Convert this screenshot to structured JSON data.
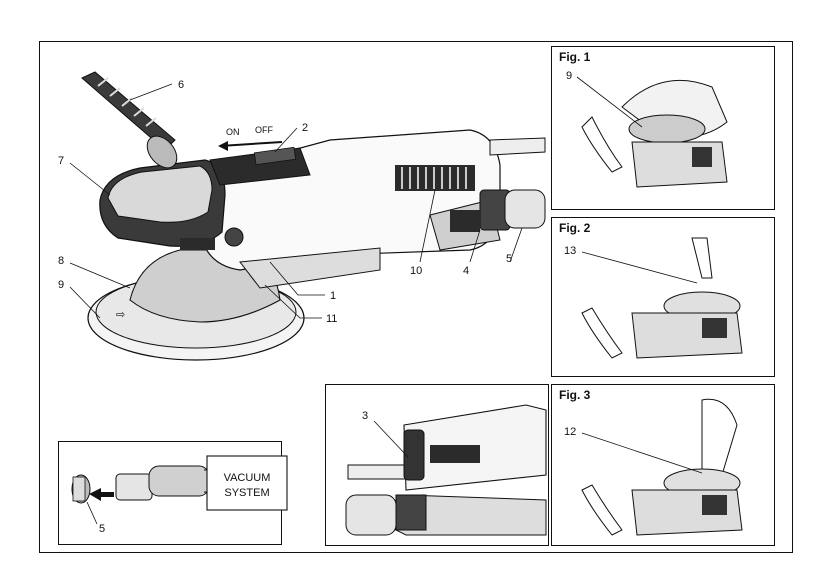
{
  "main_labels": {
    "l1": "1",
    "l2": "2",
    "l4": "4",
    "l5": "5",
    "l6": "6",
    "l7": "7",
    "l8": "8",
    "l9": "9",
    "l10": "10",
    "l11": "11"
  },
  "switch": {
    "on": "ON",
    "off": "OFF"
  },
  "vacuum": {
    "line1": "VACUUM",
    "line2": "SYSTEM",
    "label": "5"
  },
  "detail": {
    "label": "3"
  },
  "fig1": {
    "title": "Fig. 1",
    "label": "9"
  },
  "fig2": {
    "title": "Fig. 2",
    "label": "13"
  },
  "fig3": {
    "title": "Fig. 3",
    "label": "12"
  },
  "colors": {
    "line": "#111111",
    "dark": "#2b2b2b",
    "mid": "#bdbdbd",
    "light": "#e6e6e6"
  }
}
